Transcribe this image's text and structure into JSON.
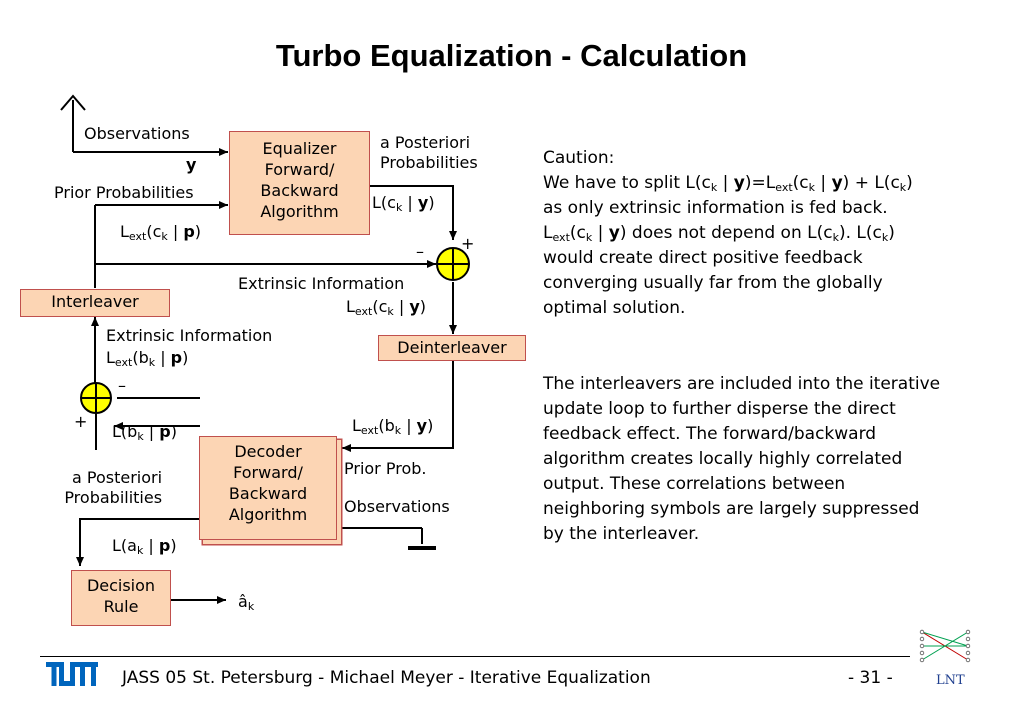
{
  "title": "Turbo Equalization - Calculation",
  "diagram": {
    "observations_top": "Observations",
    "y": "y",
    "prior_probabilities": "Prior Probabilities",
    "a_posteriori_top_1": "a Posteriori",
    "a_posteriori_top_2": "Probabilities",
    "equalizer_box": [
      "Equalizer",
      "Forward/",
      "Backward",
      "Algorithm"
    ],
    "L_ck_y": "L(c_k | y)",
    "Lext_ck_p": "L_ext(c_k | p)",
    "extrinsic_info_1": "Extrinsic Information",
    "Lext_ck_y": "L_ext(c_k | y)",
    "interleaver": "Interleaver",
    "deinterleaver": "Deinterleaver",
    "extrinsic_info_2": "Extrinsic Information",
    "Lext_bk_p": "L_ext(b_k | p)",
    "L_bk_p": "L(b_k | p)",
    "Lext_bk_y": "L_ext(b_k | y)",
    "decoder_box": [
      "Decoder",
      "Forward/",
      "Backward",
      "Algorithm"
    ],
    "prior_prob": "Prior Prob.",
    "observations_bottom": "Observations",
    "a_posteriori_bottom_1": "a Posteriori",
    "a_posteriori_bottom_2": "Probabilities",
    "L_ak_p": "L(a_k | p)",
    "decision_box": [
      "Decision",
      "Rule"
    ],
    "a_hat_k": "â_k",
    "plus": "+",
    "minus": "–"
  },
  "caution": {
    "heading": "Caution:",
    "line1": "We have to split L(c_k | y)=L_ext(c_k | y) + L(c_k)",
    "line2": "as only extrinsic information is fed back.",
    "line3": "L_ext(c_k | y) does not depend on L(c_k). L(c_k)",
    "line4": "would create direct positive feedback",
    "line5": "converging usually far from the globally",
    "line6": "optimal solution."
  },
  "paragraph2": [
    "The interleavers are included into the iterative",
    "update loop to further disperse the direct",
    "feedback effect. The forward/backward",
    "algorithm creates locally highly correlated",
    "output. These correlations between",
    "neighboring symbols are largely suppressed",
    "by the interleaver."
  ],
  "footer": {
    "text": "JASS 05 St. Petersburg  -  Michael Meyer  -  Iterative Equalization",
    "page": "- 31 -",
    "logo_left": "TUM",
    "logo_right": "LNT"
  },
  "colors": {
    "box_fill": "#fcd5b4",
    "box_border": "#c0504d",
    "adder_fill": "#ffff00",
    "tum_blue": "#0065bd",
    "lnt_red": "#c00000",
    "lnt_green": "#00a050"
  }
}
